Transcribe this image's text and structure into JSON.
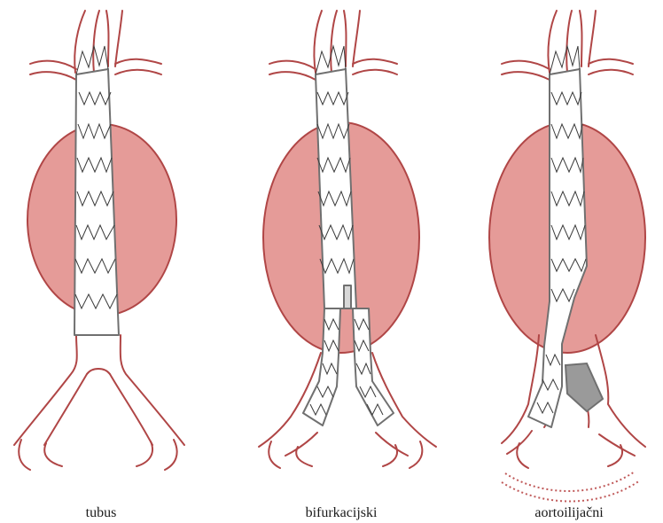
{
  "colors": {
    "aneurysm_fill": "#e59b98",
    "vessel_stroke": "#b04646",
    "graft_stroke": "#707070",
    "occluder_fill": "#9a9a9a"
  },
  "panels": [
    {
      "id": "tubus",
      "label": "tubus"
    },
    {
      "id": "bifurkacijski",
      "label": "bifurkacijski"
    },
    {
      "id": "aortoilijacni",
      "label": "aortoilijačni"
    }
  ]
}
